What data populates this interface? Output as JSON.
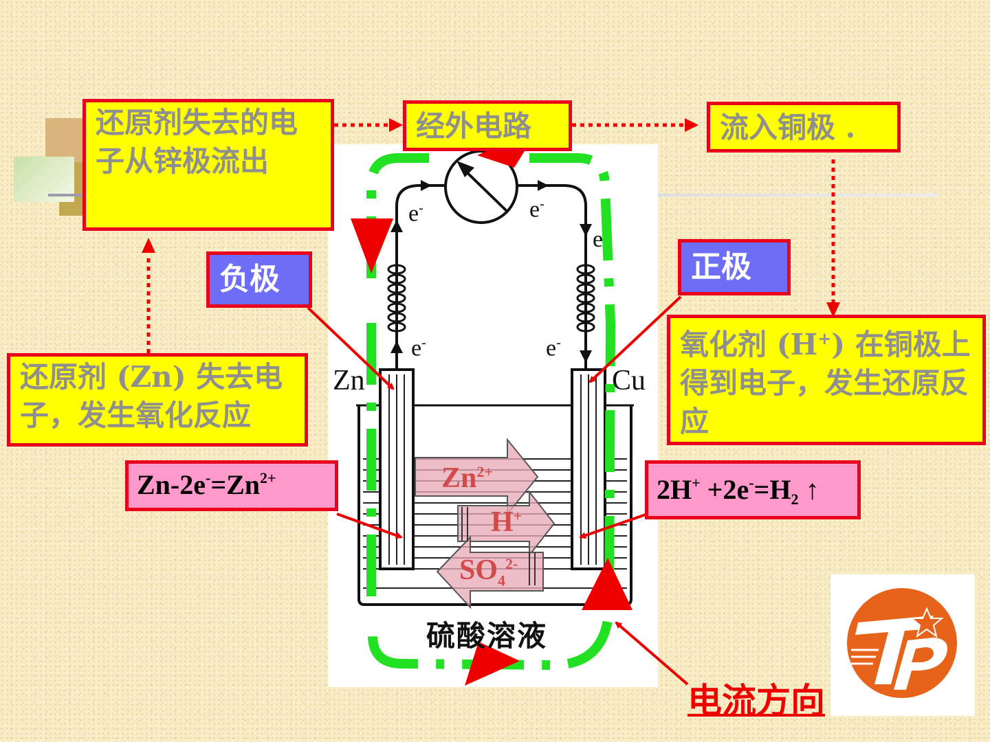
{
  "boxes": {
    "reductant_loses": "还原剂失去的电子从锌极流出",
    "external_circuit": "经外电路",
    "into_copper": "流入铜极 .",
    "negative_pole": "负极",
    "positive_pole": "正极",
    "reductant_oxidation": "还原剂 (Zn) 失去电子，发生氧化反应",
    "oxidant_prefix": "氧化剂 (H",
    "oxidant_sup": "+",
    "oxidant_suffix": ") 在铜极上得到电子，发生还原反应"
  },
  "equations": {
    "zinc": {
      "a": "Zn-2e",
      "a_sup": "-",
      "b": "=Zn",
      "b_sup": "2+"
    },
    "hydrogen": {
      "a": "2H",
      "a_sup": "+",
      "b": " +2e",
      "b_sup": "-",
      "c": "=H",
      "c_sub": "2",
      "d": " ↑"
    }
  },
  "diagram": {
    "zn_label": "Zn",
    "cu_label": "Cu",
    "electron": "e",
    "electron_sup": "-",
    "solution_label": "硫酸溶液",
    "ions": {
      "zn": "Zn",
      "zn_sup": "2+",
      "h": "H",
      "h_sup": "+",
      "so4": "SO",
      "so4_sub": "4",
      "so4_sup": "2-"
    }
  },
  "current_direction": "电流方向",
  "colors": {
    "box_fill": "#ffff00",
    "box_border": "#e8001c",
    "pole_fill": "#6d6df8",
    "equation_fill": "#ff99cc",
    "current_path": "#22e022",
    "arrow_red": "#ee0000",
    "logo_orange": "#e8631a"
  },
  "icons": [
    "galvanometer-icon",
    "school-logo-icon"
  ]
}
